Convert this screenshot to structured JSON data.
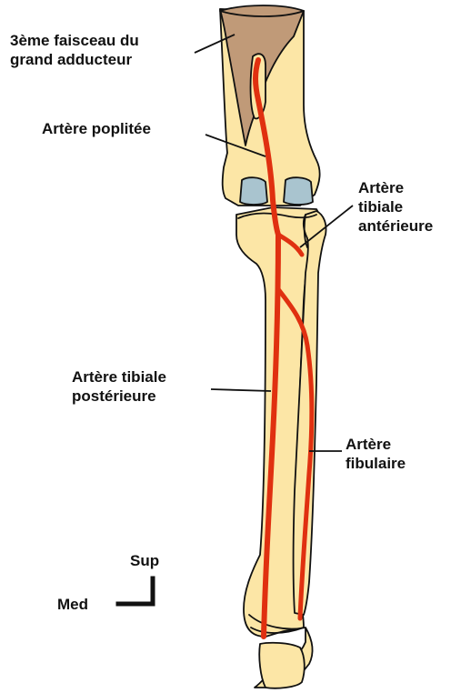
{
  "labels": {
    "adducteur": [
      "3ème faisceau du",
      "grand adducteur"
    ],
    "poplitee": [
      "Artère poplitée"
    ],
    "tibiale_anterieure": [
      "Artère",
      "tibiale",
      "antérieure"
    ],
    "tibiale_posterieure": [
      "Artère tibiale",
      "postérieure"
    ],
    "fibulaire": [
      "Artère",
      "fibulaire"
    ]
  },
  "orientation": {
    "sup": "Sup",
    "med": "Med"
  },
  "colors": {
    "bone": "#fce6a6",
    "muscle": "#c09a78",
    "cartilage": "#a9c4cf",
    "artery": "#e03010",
    "outline": "#111111"
  }
}
